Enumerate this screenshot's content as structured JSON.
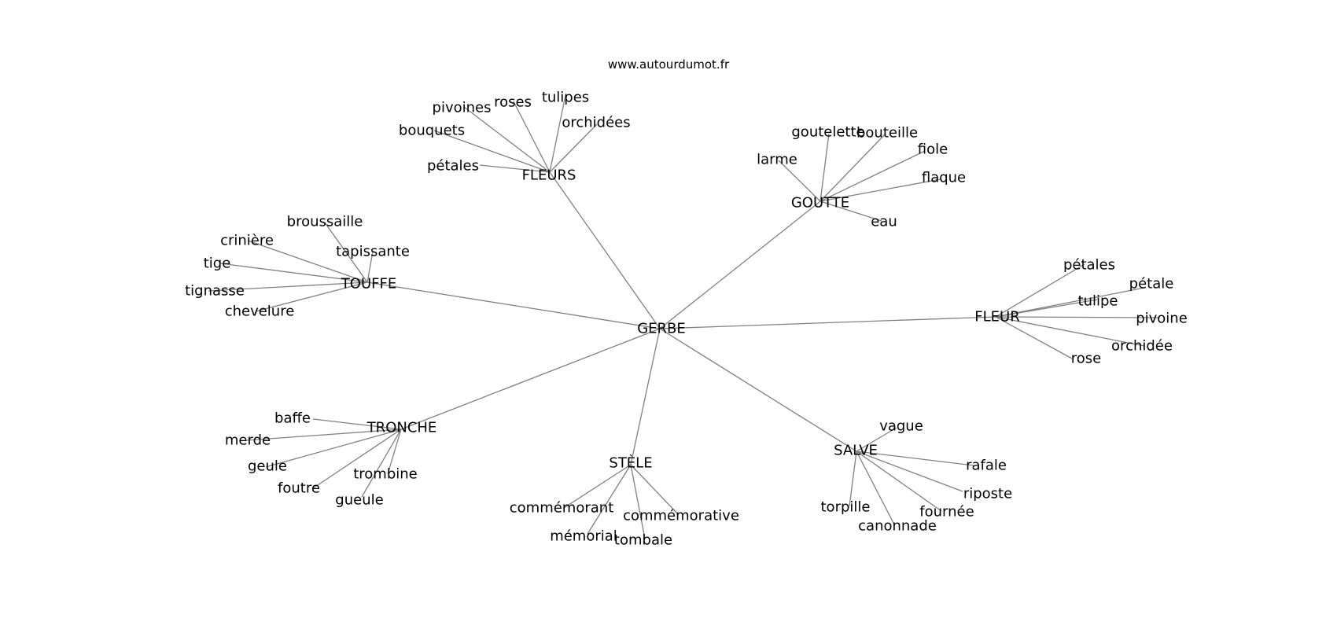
{
  "site_label": "www.autourdumot.fr",
  "edge_color": "#808080",
  "text_color": "#000000",
  "graph": {
    "center": "GERBE",
    "branches": [
      {
        "hub": "FLEURS",
        "leaves": [
          "pivoines",
          "roses",
          "tulipes",
          "orchidées",
          "bouquets",
          "pétales"
        ]
      },
      {
        "hub": "GOUTTE",
        "leaves": [
          "goutelette",
          "bouteille",
          "fiole",
          "larme",
          "flaque",
          "eau"
        ]
      },
      {
        "hub": "TOUFFE",
        "leaves": [
          "broussaille",
          "crinière",
          "tapissante",
          "tige",
          "tignasse",
          "chevelure"
        ]
      },
      {
        "hub": "FLEUR",
        "leaves": [
          "pétales",
          "pétale",
          "tulipe",
          "pivoine",
          "orchidée",
          "rose"
        ]
      },
      {
        "hub": "TRONCHE",
        "leaves": [
          "baffe",
          "merde",
          "geule",
          "trombine",
          "foutre",
          "gueule"
        ]
      },
      {
        "hub": "STÈLE",
        "leaves": [
          "commémorant",
          "commémorative",
          "mémorial",
          "tombale"
        ]
      },
      {
        "hub": "SALVE",
        "leaves": [
          "vague",
          "rafale",
          "riposte",
          "torpille",
          "fournée",
          "canonnade"
        ]
      }
    ]
  }
}
